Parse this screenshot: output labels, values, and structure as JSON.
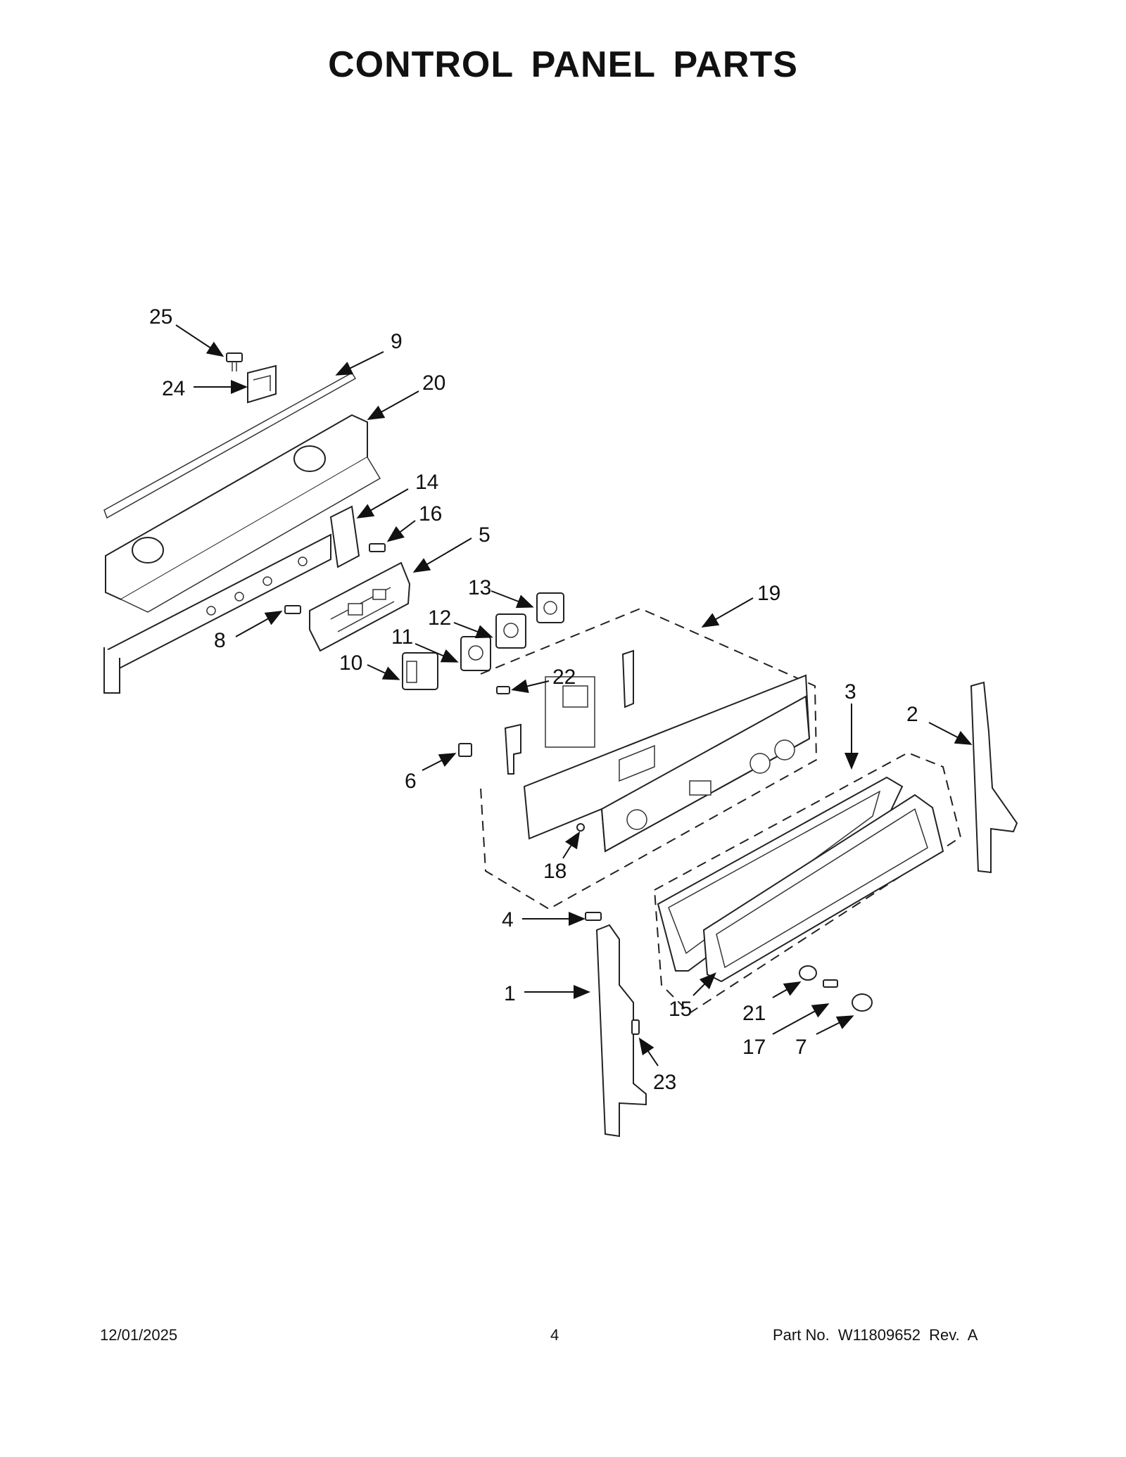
{
  "title": "CONTROL PANEL PARTS",
  "callouts": {
    "c1": "1",
    "c2": "2",
    "c3": "3",
    "c4": "4",
    "c5": "5",
    "c6": "6",
    "c7": "7",
    "c8": "8",
    "c9": "9",
    "c10": "10",
    "c11": "11",
    "c12": "12",
    "c13": "13",
    "c14": "14",
    "c15": "15",
    "c16": "16",
    "c17": "17",
    "c18": "18",
    "c19": "19",
    "c20": "20",
    "c21": "21",
    "c22": "22",
    "c23": "23",
    "c24": "24",
    "c25": "25"
  },
  "footer": {
    "date": "12/01/2025",
    "page": "4",
    "part_no": "Part No.  W11809652  Rev.  A"
  }
}
